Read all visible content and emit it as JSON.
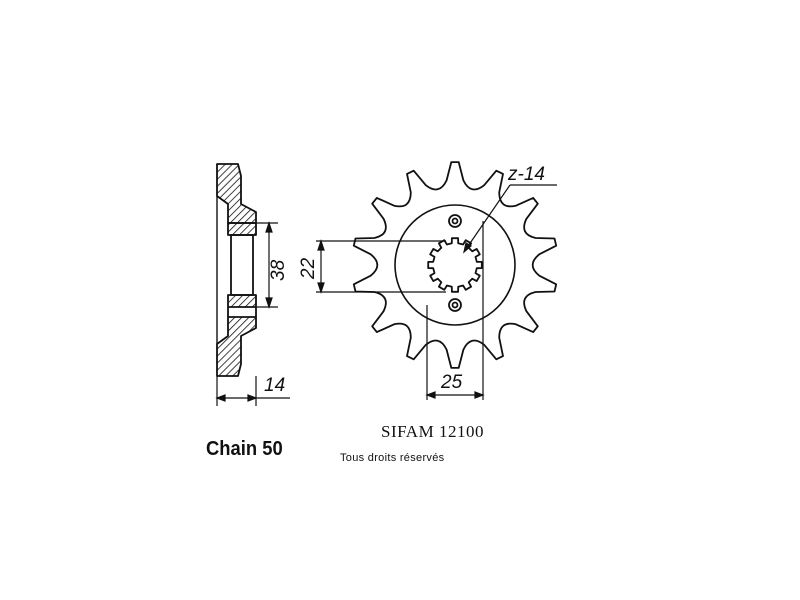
{
  "drawing": {
    "tooth_count": 14,
    "tooth_label": "z-14",
    "dim_thickness": "14",
    "dim_hub_diameter": "38",
    "dim_spline_diameter": "22",
    "dim_bolt_spacing": "25"
  },
  "labels": {
    "chain": "Chain 50",
    "reference": "SIFAM  12100",
    "rights": "Tous droits réservés"
  },
  "colors": {
    "line": "#111111",
    "background": "#ffffff"
  }
}
